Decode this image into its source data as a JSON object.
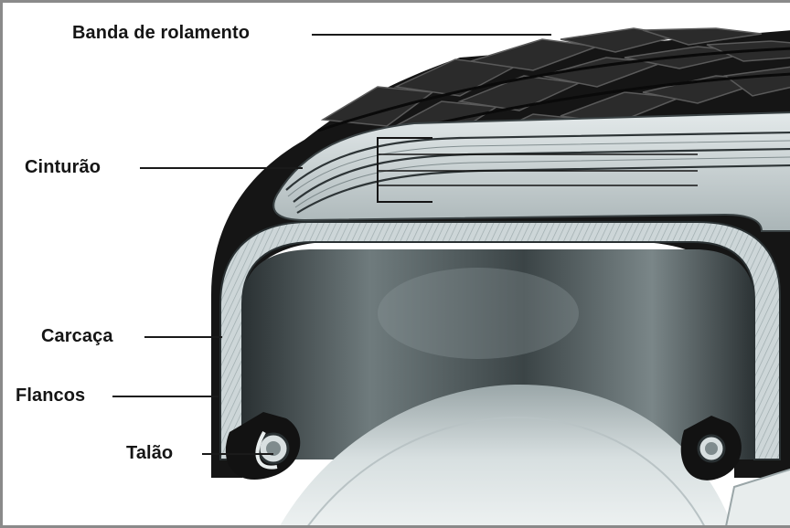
{
  "labels": {
    "tread": "Banda de rolamento",
    "belt": "Cinturão",
    "carcass": "Carcaça",
    "sidewalls": "Flancos",
    "bead": "Talão"
  },
  "colors": {
    "background": "#ffffff",
    "frame": "#8a8a8a",
    "rubber": "#141414",
    "layers": "#c9d2d4",
    "inner": "#5c6668",
    "wheel": "#dfe6e6"
  }
}
